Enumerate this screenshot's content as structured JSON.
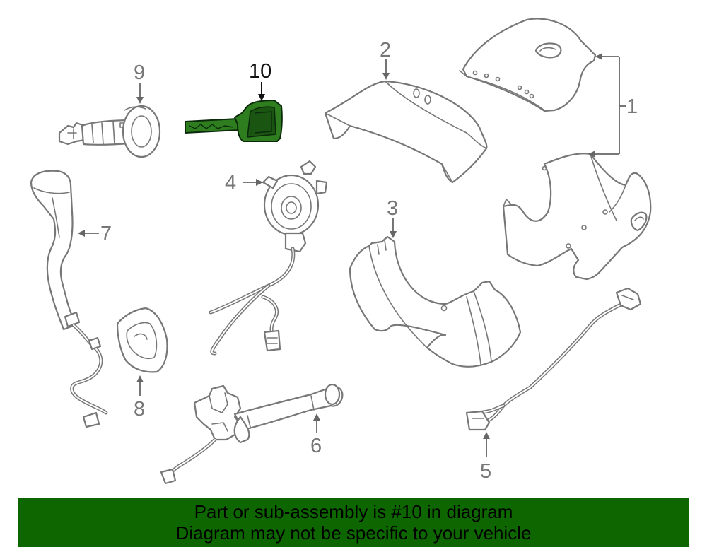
{
  "callouts": {
    "c1": "1",
    "c2": "2",
    "c3": "3",
    "c4": "4",
    "c5": "5",
    "c6": "6",
    "c7": "7",
    "c8": "8",
    "c9": "9",
    "c10": "10"
  },
  "highlight": {
    "part_number": "10",
    "color": "#2e7d1e",
    "banner_color": "#0d6600"
  },
  "footer": {
    "line1": "Part or sub-assembly is #10 in diagram",
    "line2": "Diagram may not be specific to your vehicle"
  }
}
